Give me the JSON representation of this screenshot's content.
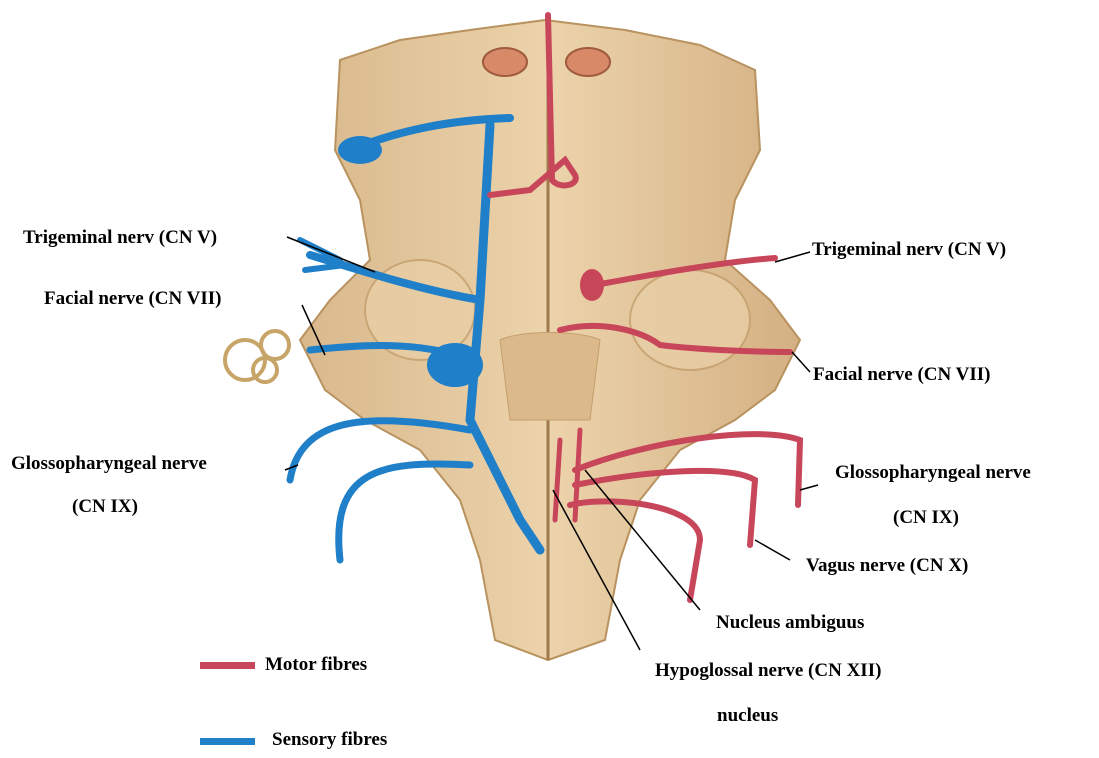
{
  "labels": {
    "trigeminal_left": "Trigeminal nerv (CN V)",
    "trigeminal_right": "Trigeminal nerv (CN V)",
    "facial_left": "Facial nerve (CN VII)",
    "facial_right": "Facial nerve (CN VII)",
    "glosso_left_line1": "Glossopharyngeal nerve",
    "glosso_left_line2": "(CN IX)",
    "glosso_right_line1": "Glossopharyngeal nerve",
    "glosso_right_line2": "(CN IX)",
    "vagus": "Vagus nerve (CN X)",
    "nucleus_ambiguus": "Nucleus ambiguus",
    "hypoglossal_line1": "Hypoglossal nerve (CN XII)",
    "hypoglossal_line2": "nucleus"
  },
  "legend": {
    "motor_label": "Motor fibres",
    "sensory_label": "Sensory fibres",
    "motor_color": "#c8465a",
    "sensory_color": "#1f7fc8"
  }
}
